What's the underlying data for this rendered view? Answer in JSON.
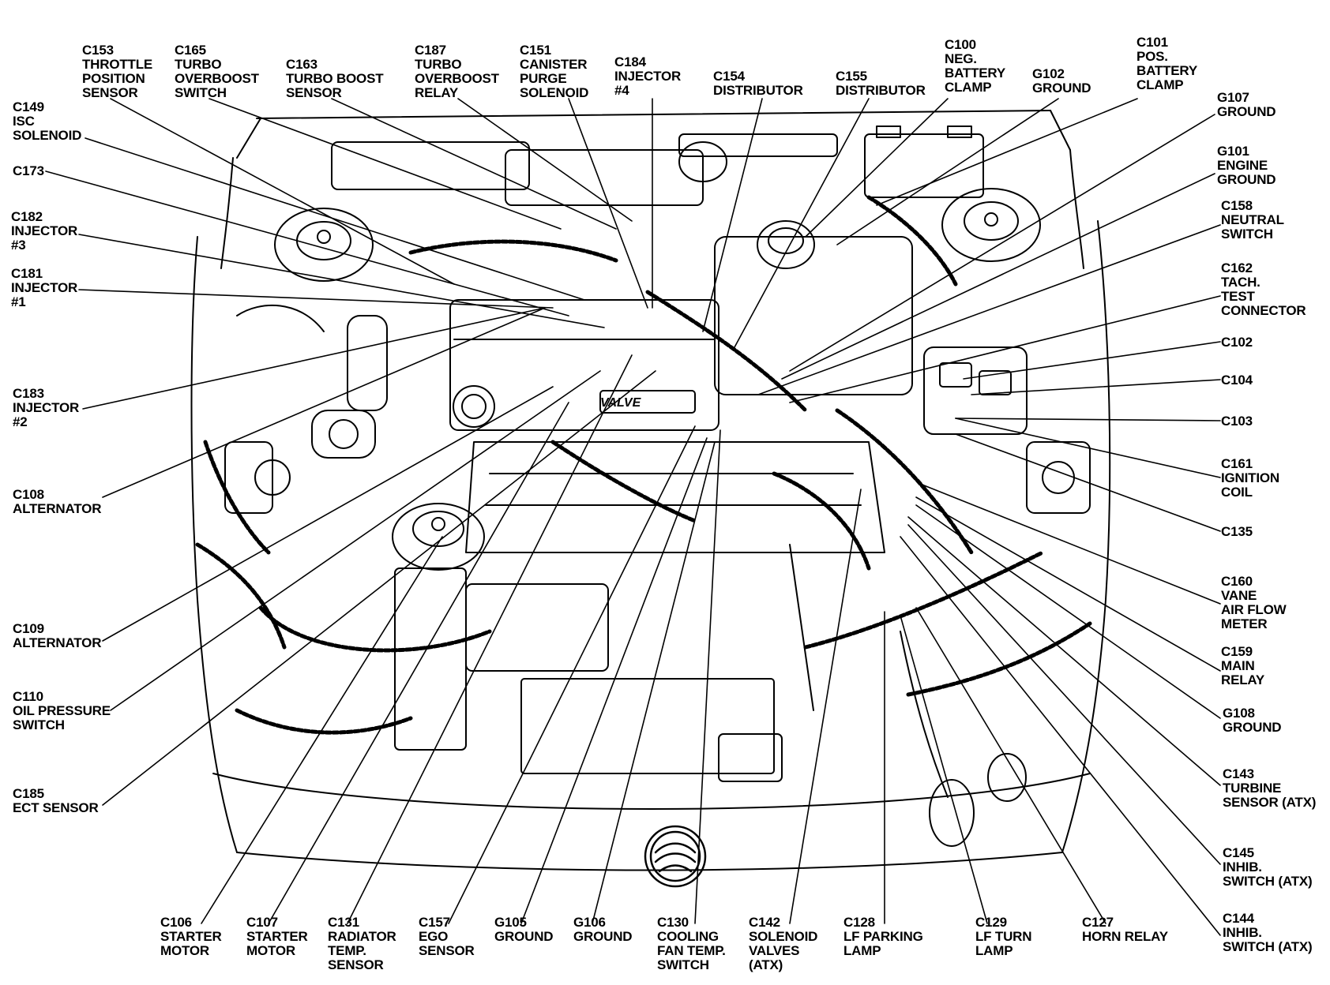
{
  "labels": {
    "c153": "C153\nTHROTTLE\nPOSITION\nSENSOR",
    "c165": "C165\nTURBO\nOVERBOOST\nSWITCH",
    "c163": "C163\nTURBO BOOST\nSENSOR",
    "c187": "C187\nTURBO\nOVERBOOST\nRELAY",
    "c151": "C151\nCANISTER\nPURGE\nSOLENOID",
    "c184": "C184\nINJECTOR\n#4",
    "c154": "C154\nDISTRIBUTOR",
    "c155": "C155\nDISTRIBUTOR",
    "c100": "C100\nNEG.\nBATTERY\nCLAMP",
    "g102": "G102\nGROUND",
    "c101": "C101\nPOS.\nBATTERY\nCLAMP",
    "c149": "C149\nISC\nSOLENOID",
    "c173": "C173",
    "c182": "C182\nINJECTOR\n#3",
    "c181": "C181\nINJECTOR\n#1",
    "c183": "C183\nINJECTOR\n#2",
    "c108": "C108\nALTERNATOR",
    "c109": "C109\nALTERNATOR",
    "c110": "C110\nOIL PRESSURE\nSWITCH",
    "c185": "C185\nECT SENSOR",
    "g107": "G107\nGROUND",
    "g101": "G101\nENGINE\nGROUND",
    "c158": "C158\nNEUTRAL\nSWITCH",
    "c162": "C162\nTACH.\nTEST\nCONNECTOR",
    "c102": "C102",
    "c104": "C104",
    "c103": "C103",
    "c161": "C161\nIGNITION\nCOIL",
    "c135": "C135",
    "c160": "C160\nVANE\nAIR FLOW\nMETER",
    "c159": "C159\nMAIN\nRELAY",
    "g108": "G108\nGROUND",
    "c143": "C143\nTURBINE\nSENSOR (ATX)",
    "c145": "C145\nINHIB.\nSWITCH (ATX)",
    "c144": "C144\nINHIB.\nSWITCH (ATX)",
    "c106": "C106\nSTARTER\nMOTOR",
    "c107": "C107\nSTARTER\nMOTOR",
    "c131": "C131\nRADIATOR\nTEMP.\nSENSOR",
    "c157": "C157\nEGO\nSENSOR",
    "g105": "G105\nGROUND",
    "g106": "G106\nGROUND",
    "c130": "C130\nCOOLING\nFAN TEMP.\nSWITCH",
    "c142": "C142\nSOLENOID\nVALVES\n(ATX)",
    "c128": "C128\nLF PARKING\nLAMP",
    "c129": "C129\nLF TURN\nLAMP",
    "c127": "C127\nHORN RELAY"
  },
  "badge": {
    "valve_cover_text": "VALVE"
  },
  "icons": {
    "hood_emblem": "mercury-emblem-icon"
  }
}
